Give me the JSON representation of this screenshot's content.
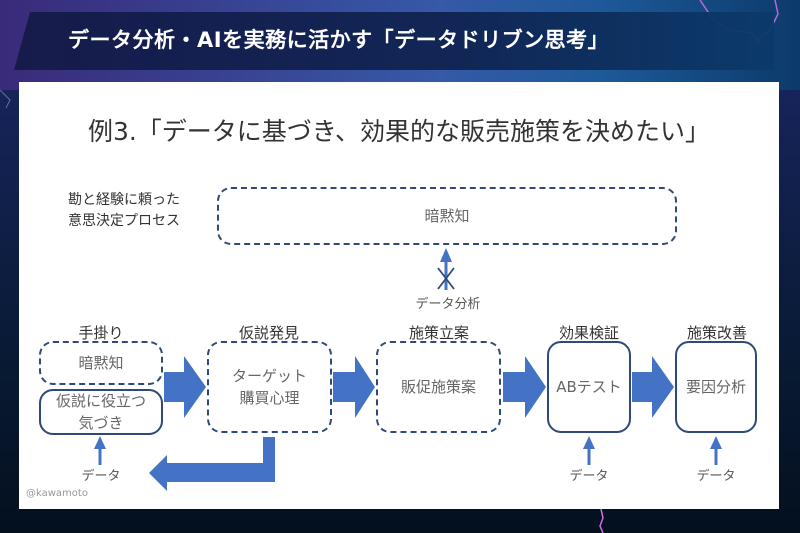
{
  "header": {
    "title": "データ分析・AIを実務に活かす「データドリブン思考」"
  },
  "slide": {
    "heading": "例3.「データに基づき、効果的な販売施策を決めたい」",
    "side_note": [
      "勘と経験に頼った",
      "意思決定プロセス"
    ],
    "tacit_box": "暗黙知",
    "data_analysis_label": "データ分析",
    "stages": [
      {
        "label": "手掛り",
        "boxes": [
          {
            "text": [
              "暗黙知"
            ],
            "style": "dashed"
          },
          {
            "text": [
              "仮説に役立つ",
              "気づき"
            ],
            "style": "solid"
          }
        ],
        "input": "データ"
      },
      {
        "label": "仮説発見",
        "boxes": [
          {
            "text": [
              "ターゲット",
              "購買心理"
            ],
            "style": "dashed"
          }
        ]
      },
      {
        "label": "施策立案",
        "boxes": [
          {
            "text": [
              "販促施策案"
            ],
            "style": "dashed"
          }
        ]
      },
      {
        "label": "効果検証",
        "boxes": [
          {
            "text": [
              "ABテスト"
            ],
            "style": "solid"
          }
        ],
        "input": "データ"
      },
      {
        "label": "施策改善",
        "boxes": [
          {
            "text": [
              "要因分析"
            ],
            "style": "solid"
          }
        ],
        "input": "データ"
      }
    ],
    "credit": "@kawamoto"
  },
  "colors": {
    "arrow_fill": "#4472c4",
    "box_border": "#2f4a7a",
    "lightning": "#c86ee0"
  }
}
